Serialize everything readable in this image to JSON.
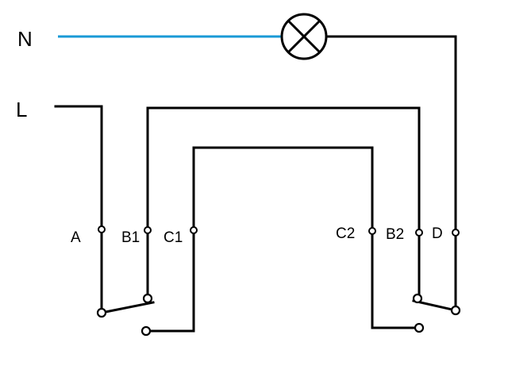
{
  "labels": {
    "neutral": "N",
    "live": "L",
    "a": "A",
    "b1": "B1",
    "c1": "C1",
    "c2": "C2",
    "b2": "B2",
    "d": "D"
  },
  "colors": {
    "neutral_wire": "#1a9ad6",
    "wire": "#000000",
    "background": "#ffffff"
  },
  "components": {
    "lamp_icon": "lamp-icon",
    "switch_left": "two-way-switch-left",
    "switch_right": "two-way-switch-right"
  }
}
